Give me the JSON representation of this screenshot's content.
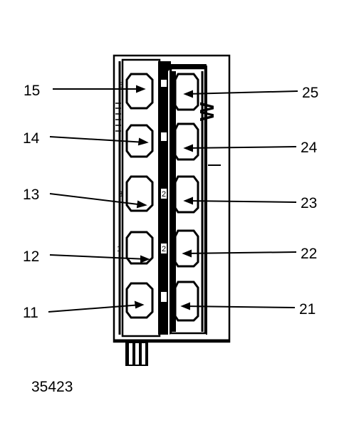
{
  "figure_number": "35423",
  "callouts": {
    "left": [
      "15",
      "14",
      "13",
      "12",
      "11"
    ],
    "right": [
      "25",
      "24",
      "23",
      "22",
      "21"
    ]
  },
  "panel_marks": {
    "large_letter": "W",
    "small_digits": [
      "8",
      "5",
      "3",
      "2",
      "1",
      "2"
    ]
  },
  "colors": {
    "ink": "#000000",
    "paper": "#ffffff"
  }
}
